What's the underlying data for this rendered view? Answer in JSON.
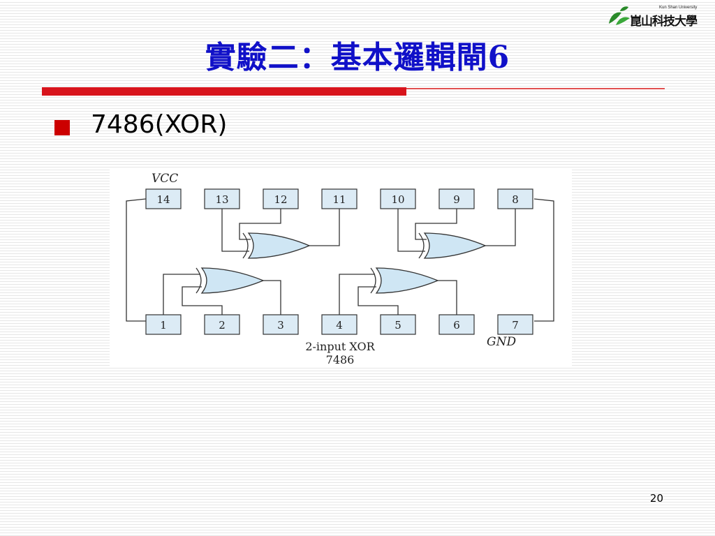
{
  "logo": {
    "english": "Kun Shan University",
    "chinese": "崑山科技大學",
    "colors": {
      "leaf": "#2a8a2a",
      "mountain": "#111111"
    }
  },
  "slide": {
    "title": "實驗二：基本邏輯閘6",
    "bullet": "7486(XOR)",
    "page_number": "20",
    "colors": {
      "title": "#1010c8",
      "rule": "#d8141c",
      "bullet": "#cc0000"
    }
  },
  "diagram": {
    "vcc_label": "VCC",
    "gnd_label": "GND",
    "caption_line1": "2-input XOR",
    "caption_line2": "7486",
    "top_pins": [
      "14",
      "13",
      "12",
      "11",
      "10",
      "9",
      "8"
    ],
    "bottom_pins": [
      "1",
      "2",
      "3",
      "4",
      "5",
      "6",
      "7"
    ],
    "colors": {
      "pin_fill": "#dcebf5",
      "gate_fill": "#cfe6f4",
      "stroke": "#333333"
    }
  }
}
